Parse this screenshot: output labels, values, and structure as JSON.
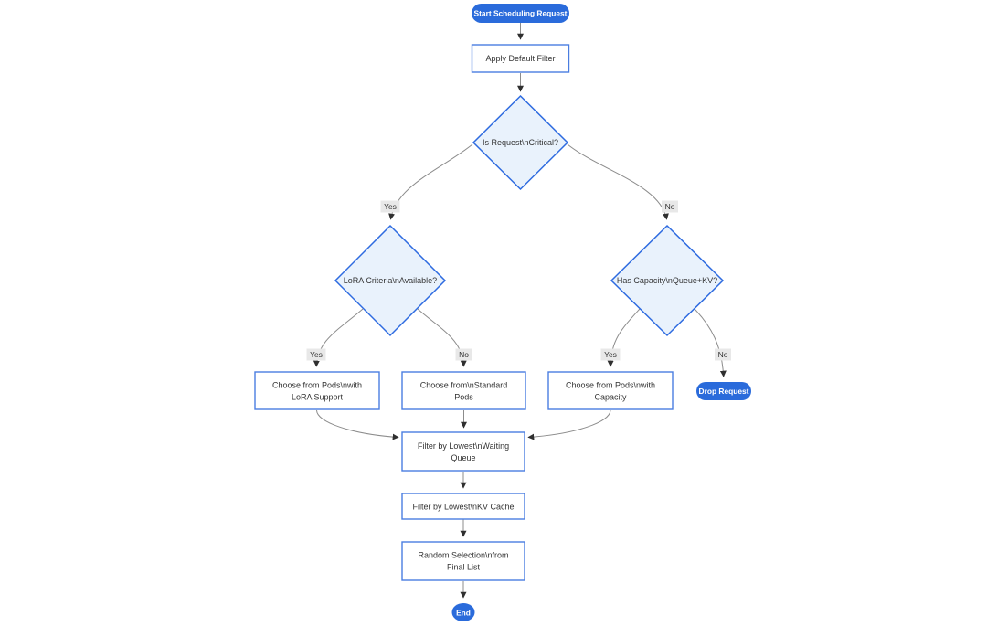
{
  "diagram": {
    "type": "flowchart",
    "nodes": {
      "start": {
        "shape": "pill",
        "lines": [
          "Start Scheduling Request"
        ]
      },
      "apply_filter": {
        "shape": "rect",
        "lines": [
          "Apply Default Filter"
        ]
      },
      "is_critical": {
        "shape": "diamond",
        "lines": [
          "Is Request\\nCritical?"
        ]
      },
      "lora_criteria": {
        "shape": "diamond",
        "lines": [
          "LoRA Criteria\\nAvailable?"
        ]
      },
      "has_capacity": {
        "shape": "diamond",
        "lines": [
          "Has Capacity\\nQueue+KV?"
        ]
      },
      "choose_lora": {
        "shape": "rect",
        "lines": [
          "Choose from Pods\\nwith",
          "LoRA Support"
        ]
      },
      "choose_standard": {
        "shape": "rect",
        "lines": [
          "Choose from\\nStandard",
          "Pods"
        ]
      },
      "choose_capacity": {
        "shape": "rect",
        "lines": [
          "Choose from Pods\\nwith",
          "Capacity"
        ]
      },
      "drop_request": {
        "shape": "pill",
        "lines": [
          "Drop Request"
        ]
      },
      "filter_queue": {
        "shape": "rect",
        "lines": [
          "Filter by Lowest\\nWaiting",
          "Queue"
        ]
      },
      "filter_kv": {
        "shape": "rect",
        "lines": [
          "Filter by Lowest\\nKV Cache"
        ]
      },
      "random_selection": {
        "shape": "rect",
        "lines": [
          "Random Selection\\nfrom",
          "Final List"
        ]
      },
      "end": {
        "shape": "pill",
        "lines": [
          "End"
        ]
      }
    },
    "edge_labels": {
      "critical_yes": "Yes",
      "critical_no": "No",
      "lora_yes": "Yes",
      "lora_no": "No",
      "capacity_yes": "Yes",
      "capacity_no": "No"
    }
  },
  "colors": {
    "accent": "#2a6bdb",
    "node_border": "#4a7de0",
    "diamond_border": "#2e6be0",
    "diamond_fill": "#e9f2fc",
    "edge": "#8c8c8c",
    "label_bg": "#e8e8e8",
    "text": "#333333"
  }
}
